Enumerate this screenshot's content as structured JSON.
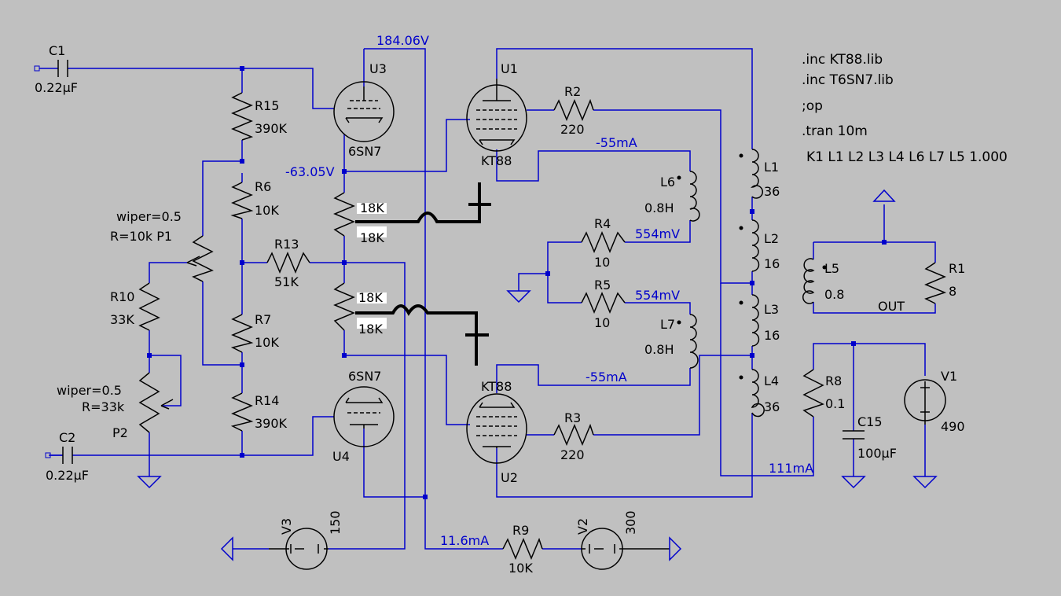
{
  "directives": [
    ".inc KT88.lib",
    ".inc T6SN7.lib",
    ";op",
    ".tran 10m",
    "K1 L1 L2 L3 L4  L6 L7  L5  1.000"
  ],
  "probes": [
    "184.06V",
    "-63.05V",
    "-55mA",
    "554mV",
    "554mV",
    "-55mA",
    "111mA",
    "11.6mA"
  ],
  "components": {
    "C1": {
      "name": "C1",
      "value": "0.22µF"
    },
    "C2": {
      "name": "C2",
      "value": "0.22µF"
    },
    "R15": {
      "name": "R15",
      "value": "390K"
    },
    "R6": {
      "name": "R6",
      "value": "10K"
    },
    "R13": {
      "name": "R13",
      "value": "51K"
    },
    "R7": {
      "name": "R7",
      "value": "10K"
    },
    "R14": {
      "name": "R14",
      "value": "390K"
    },
    "R10": {
      "name": "R10",
      "value": "33K"
    },
    "P1": {
      "wiper": "wiper=0.5",
      "r": "R=10k P1"
    },
    "P2": {
      "wiper": "wiper=0.5",
      "r": "R=33k",
      "name": "P2"
    },
    "U3": {
      "name": "U3",
      "model": "6SN7"
    },
    "U4": {
      "name": "U4",
      "model": "6SN7"
    },
    "U1": {
      "name": "U1",
      "model": "KT88"
    },
    "U2": {
      "name": "U2",
      "model": "KT88"
    },
    "Rtop_a": "18K",
    "Rtop_b": "18K",
    "Rbot_a": "18K",
    "Rbot_b": "18K",
    "R2": {
      "name": "R2",
      "value": "220"
    },
    "R3": {
      "name": "R3",
      "value": "220"
    },
    "R4": {
      "name": "R4",
      "value": "10"
    },
    "R5": {
      "name": "R5",
      "value": "10"
    },
    "L6": {
      "name": "L6",
      "value": "0.8H"
    },
    "L7": {
      "name": "L7",
      "value": "0.8H"
    },
    "L1": {
      "name": "L1",
      "value": "36"
    },
    "L2": {
      "name": "L2",
      "value": "16"
    },
    "L3": {
      "name": "L3",
      "value": "16"
    },
    "L4": {
      "name": "L4",
      "value": "36"
    },
    "L5": {
      "name": "L5",
      "value": "0.8"
    },
    "R1": {
      "name": "R1",
      "value": "8"
    },
    "OUT": "OUT",
    "R8": {
      "name": "R8",
      "value": "0.1"
    },
    "C15": {
      "name": "C15",
      "value": "100µF"
    },
    "V1": {
      "name": "V1",
      "value": "490"
    },
    "V2": {
      "name": "V2",
      "value": "300"
    },
    "V3": {
      "name": "V3",
      "value": "150"
    },
    "R9": {
      "name": "R9",
      "value": "10K"
    }
  }
}
